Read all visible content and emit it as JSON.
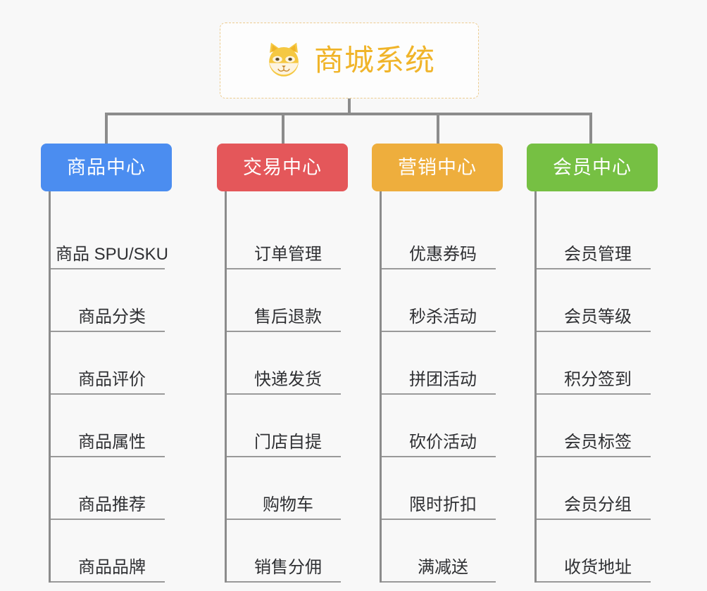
{
  "canvas": {
    "background": "#f8f8f8",
    "line_color": "#8c8c8c",
    "leaf_rule_color": "#9a9a9a",
    "leaf_text_color": "#2f3033"
  },
  "root": {
    "title": "商城系统",
    "icon": "shiba-dog-icon",
    "text_color": "#f0b429",
    "border_color": "#eccb8e",
    "background": "#fdfdfd"
  },
  "columns": [
    {
      "id": "product-center",
      "title": "商品中心",
      "color": "#4b8df0",
      "items": [
        {
          "label": "商品 SPU/SKU"
        },
        {
          "label": "商品分类"
        },
        {
          "label": "商品评价"
        },
        {
          "label": "商品属性"
        },
        {
          "label": "商品推荐"
        },
        {
          "label": "商品品牌"
        }
      ]
    },
    {
      "id": "trade-center",
      "title": "交易中心",
      "color": "#e4575a",
      "items": [
        {
          "label": "订单管理"
        },
        {
          "label": "售后退款"
        },
        {
          "label": "快递发货"
        },
        {
          "label": "门店自提"
        },
        {
          "label": "购物车"
        },
        {
          "label": "销售分佣"
        }
      ]
    },
    {
      "id": "marketing-center",
      "title": "营销中心",
      "color": "#eeae3d",
      "items": [
        {
          "label": "优惠券码"
        },
        {
          "label": "秒杀活动"
        },
        {
          "label": "拼团活动"
        },
        {
          "label": "砍价活动"
        },
        {
          "label": "限时折扣"
        },
        {
          "label": "满减送"
        }
      ]
    },
    {
      "id": "member-center",
      "title": "会员中心",
      "color": "#76c043",
      "items": [
        {
          "label": "会员管理"
        },
        {
          "label": "会员等级"
        },
        {
          "label": "积分签到"
        },
        {
          "label": "会员标签"
        },
        {
          "label": "会员分组"
        },
        {
          "label": "收货地址"
        }
      ]
    }
  ]
}
